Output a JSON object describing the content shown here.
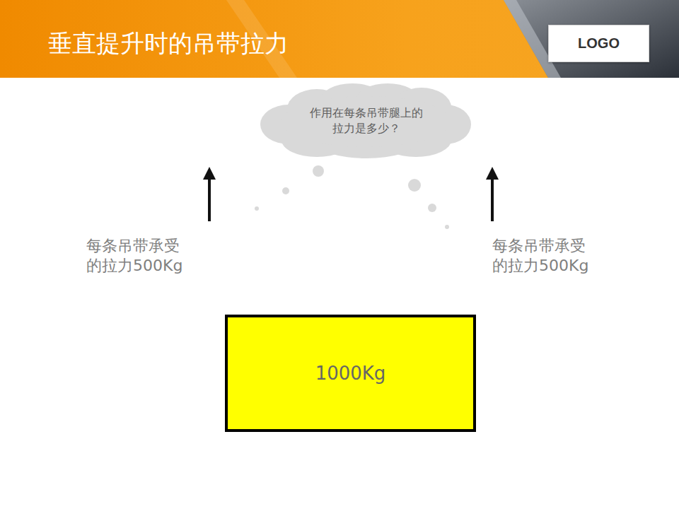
{
  "diagram": {
    "title": "垂直提升时的吊带拉力",
    "nodes": [
      {
        "text": [
          "LOGO"
        ]
      },
      {
        "text": [
          "作用在每条吊带腿上的拉力是多少？"
        ]
      },
      {
        "text": [
          "1000Kg"
        ]
      }
    ],
    "labels": [
      "每条吊带承受的拉力500Kg",
      "每条吊带承受的拉力500Kg"
    ]
  }
}
